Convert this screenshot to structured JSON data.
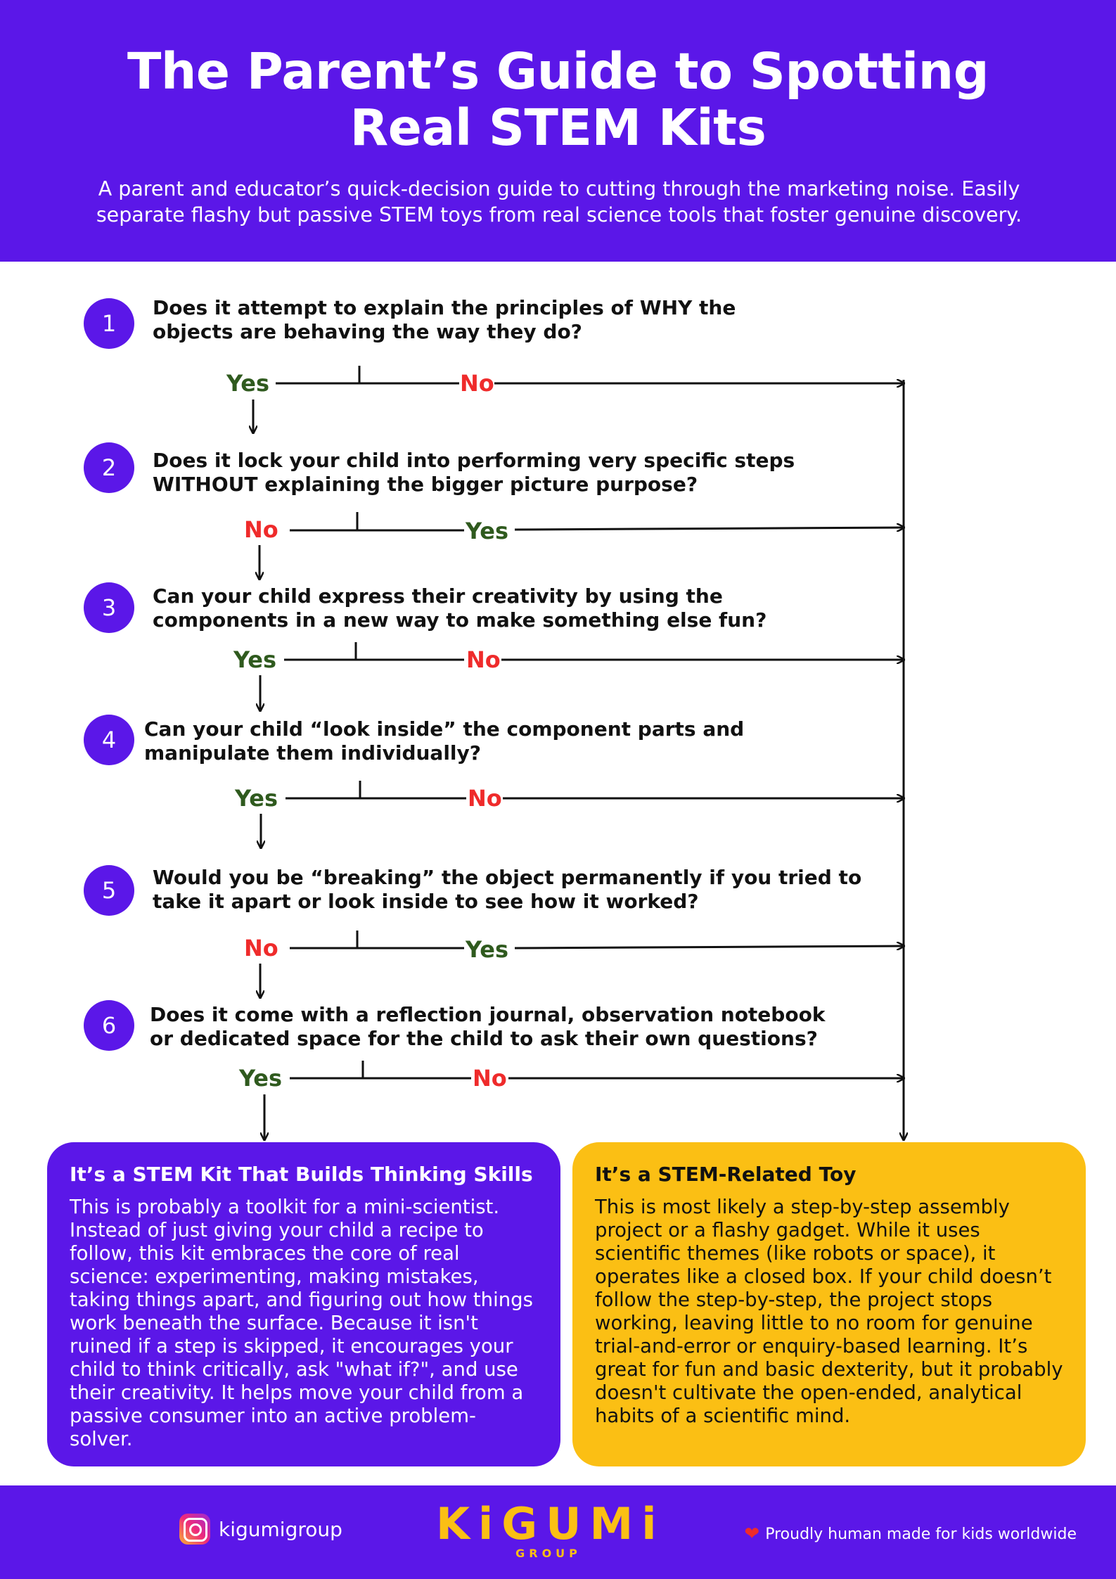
{
  "header": {
    "title_line1": "The Parent’s Guide to Spotting",
    "title_line2": "Real STEM Kits",
    "subtitle_line1": "A parent and educator’s quick-decision guide to cutting through the marketing noise. Easily",
    "subtitle_line2": "separate flashy but passive STEM toys from real science tools that foster genuine discovery."
  },
  "questions": [
    {
      "number": "1",
      "line1": "Does it attempt to explain the principles of WHY the",
      "line2": "objects are behaving the way they do?",
      "continue": "Yes",
      "exit": "No"
    },
    {
      "number": "2",
      "line1": "Does it lock your child into performing very specific steps",
      "line2": "WITHOUT explaining the bigger picture purpose?",
      "continue": "No",
      "exit": "Yes"
    },
    {
      "number": "3",
      "line1": "Can your child express their creativity by using the",
      "line2": "components in a new way to make something else fun?",
      "continue": "Yes",
      "exit": "No"
    },
    {
      "number": "4",
      "line1": "Can your child “look inside” the component parts and",
      "line2": "manipulate them individually?",
      "continue": "Yes",
      "exit": "No"
    },
    {
      "number": "5",
      "line1": "Would you be “breaking” the object permanently if you tried to",
      "line2": "take it apart or look inside to see how it worked?",
      "continue": "No",
      "exit": "Yes"
    },
    {
      "number": "6",
      "line1": "Does it come with a reflection journal, observation notebook",
      "line2": "or dedicated space for the child to ask their own questions?",
      "continue": "Yes",
      "exit": "No"
    }
  ],
  "results": {
    "stem_kit": {
      "title": "It’s a STEM Kit That Builds Thinking Skills",
      "text": "This is probably a toolkit for a mini-scientist. Instead of just giving your child a recipe to follow, this kit embraces the core of real science: experimenting, making mistakes, taking things apart, and figuring out how things work beneath the surface. Because it isn't ruined if a step is skipped, it encourages your child to think critically, ask \"what if?\", and use their creativity. It helps move your child from a passive consumer into an active problem-solver."
    },
    "stem_toy": {
      "title": "It’s a STEM-Related Toy",
      "text": "This is most likely a step-by-step assembly project or a flashy gadget. While it uses scientific themes (like robots or space), it operates like a closed box. If your child doesn’t follow the step-by-step, the project stops working, leaving little to no room for genuine trial-and-error or enquiry-based learning. It’s great for fun and basic dexterity, but it probably doesn't cultivate the open-ended, analytical habits of a scientific mind."
    }
  },
  "footer": {
    "instagram_handle": "kigumigroup",
    "logo_main": "KiGUMi",
    "logo_sub": "GROUP",
    "tagline": "Proudly human made for kids worldwide"
  },
  "colors": {
    "brand_purple": "#5b17e8",
    "brand_yellow": "#fbbf14",
    "yes_green": "#2f5a1e",
    "no_red": "#ef2b2b"
  }
}
